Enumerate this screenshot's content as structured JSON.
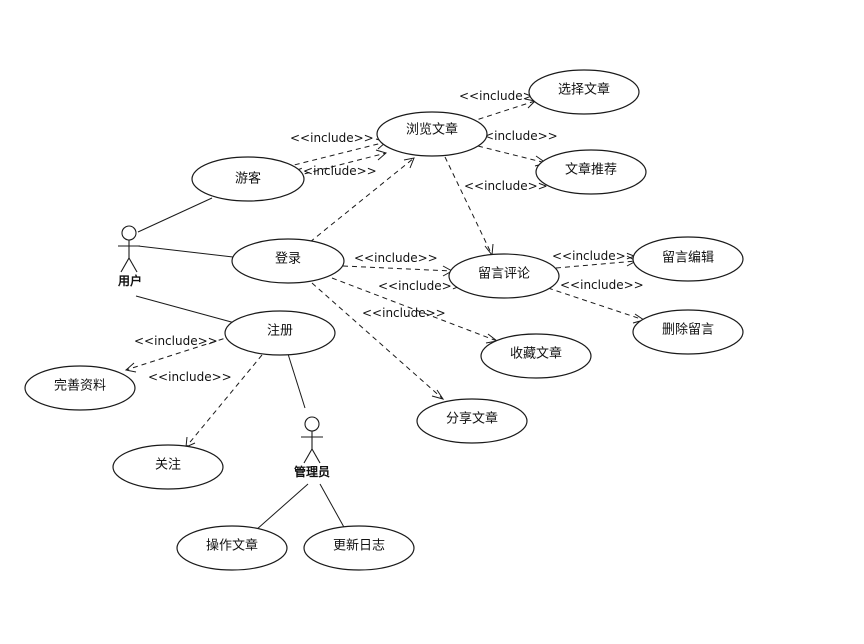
{
  "stereotype": "<<include>>",
  "actors": {
    "user": "用户",
    "admin": "管理员"
  },
  "use_cases": {
    "visitor": "游客",
    "browse": "浏览文章",
    "select": "选择文章",
    "recommend": "文章推荐",
    "login": "登录",
    "comment": "留言评论",
    "edit_comment": "留言编辑",
    "delete_comment": "删除留言",
    "collect": "收藏文章",
    "share": "分享文章",
    "register": "注册",
    "profile": "完善资料",
    "follow": "关注",
    "operate": "操作文章",
    "log": "更新日志"
  }
}
